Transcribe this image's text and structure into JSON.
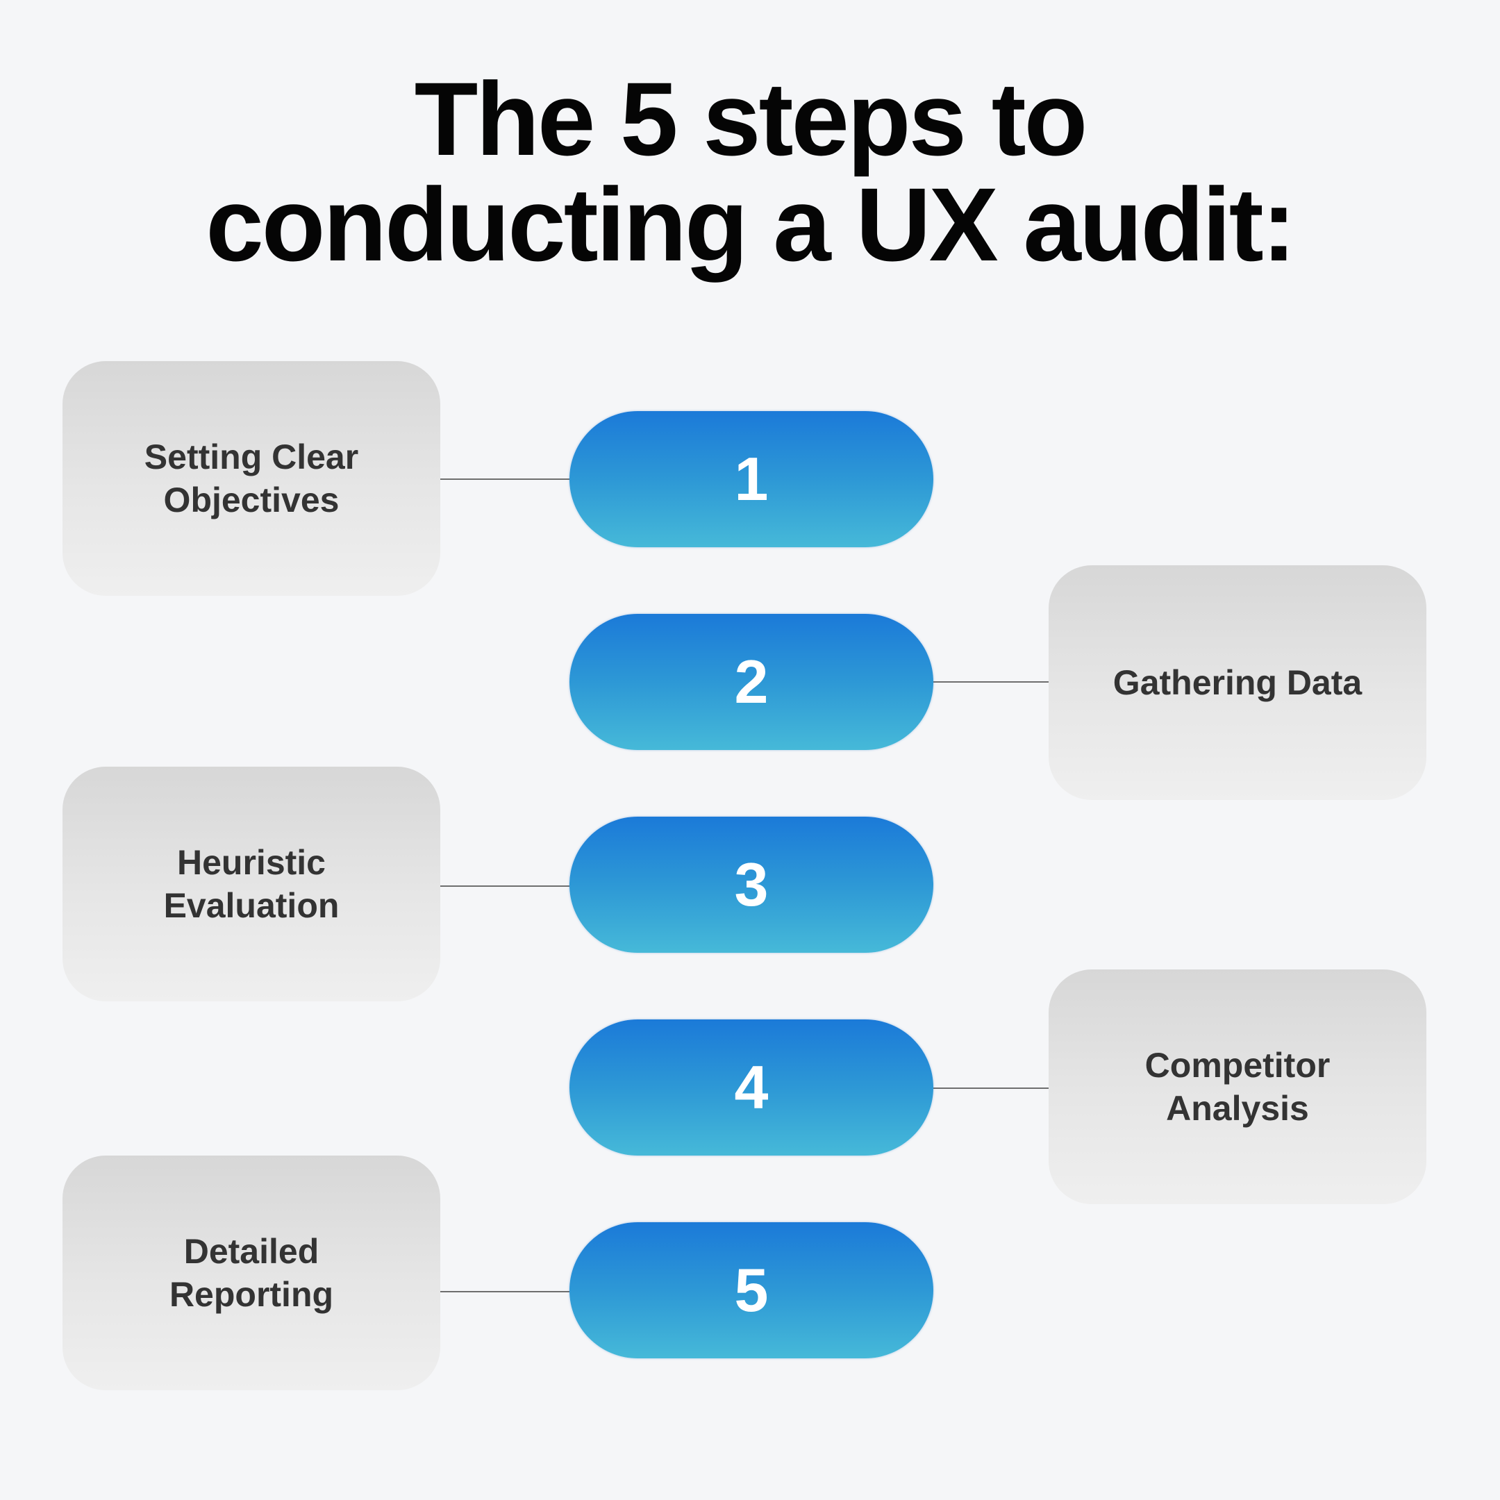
{
  "title": {
    "line1": "The 5 steps to",
    "line2": "conducting a UX audit:"
  },
  "steps": [
    {
      "number": "1",
      "label": "Setting Clear\nObjectives",
      "side": "left"
    },
    {
      "number": "2",
      "label": "Gathering Data",
      "side": "right"
    },
    {
      "number": "3",
      "label": "Heuristic\nEvaluation",
      "side": "left"
    },
    {
      "number": "4",
      "label": "Competitor\nAnalysis",
      "side": "right"
    },
    {
      "number": "5",
      "label": "Detailed\nReporting",
      "side": "left"
    }
  ],
  "colors": {
    "background": "#f5f6f8",
    "pill_top": "#1b7ad8",
    "pill_bottom": "#46b9d8",
    "card_top": "#d7d7d7",
    "card_bottom": "#efefef",
    "label_text": "#333333",
    "title_text": "#050505"
  }
}
